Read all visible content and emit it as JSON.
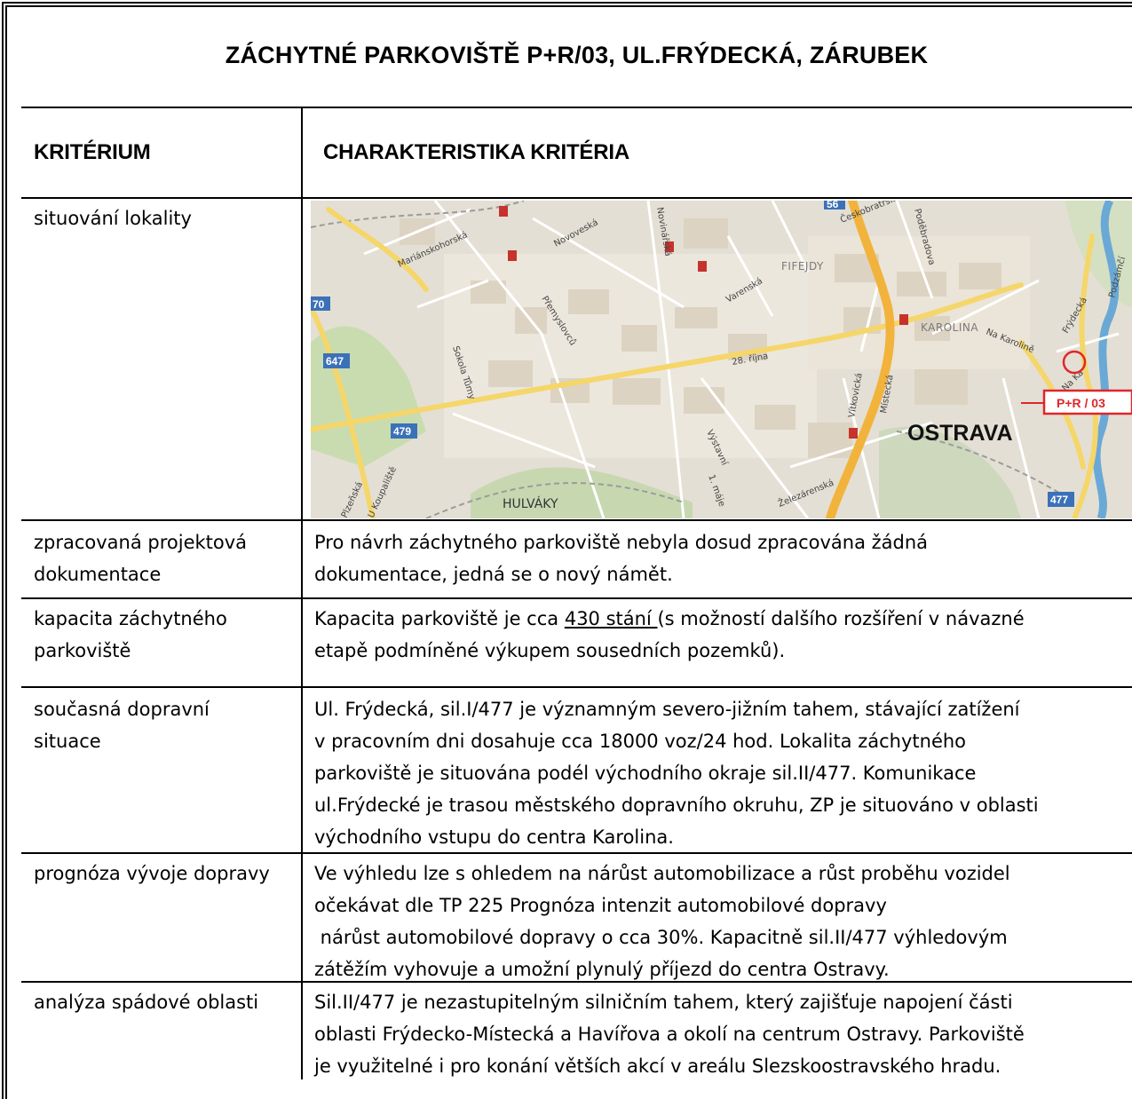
{
  "title": "ZÁCHYTNÉ PARKOVIŠTĚ P+R/03, UL.FRÝDECKÁ, ZÁRUBEK",
  "header": {
    "left": "KRITÉRIUM",
    "right": "CHARAKTERISTIKA KRITÉRIA"
  },
  "rows": [
    {
      "label": "situování lokality"
    },
    {
      "label_lines": [
        "zpracovaná projektová",
        "dokumentace"
      ],
      "text_lines": [
        "Pro návrh záchytného parkoviště nebyla dosud zpracována žádná",
        "dokumentace, jedná se o nový námět."
      ]
    },
    {
      "label_lines": [
        "kapacita záchytného",
        "parkoviště"
      ],
      "text_pre": "Kapacita parkoviště je cca ",
      "text_underlined": "430 stání ",
      "text_post": "(s možností dalšího rozšíření v návazné",
      "text_line2": "etapě podmíněné výkupem sousedních pozemků)."
    },
    {
      "label_lines": [
        "současná dopravní",
        "situace"
      ],
      "text_lines": [
        "Ul. Frýdecká, sil.I/477 je významným severo-jižním tahem, stávající zatížení",
        "v pracovním dni  dosahuje cca 18000 voz/24 hod. Lokalita záchytného",
        "parkoviště je situována podél východního okraje sil.II/477. Komunikace",
        "ul.Frýdecké je trasou městského dopravního okruhu, ZP je situováno v oblasti",
        "východního vstupu do centra Karolina."
      ]
    },
    {
      "label": "prognóza vývoje dopravy",
      "text_lines": [
        "Ve výhledu lze s ohledem na nárůst automobilizace a růst proběhu vozidel",
        "očekávat dle TP 225 Prognóza intenzit automobilové dopravy",
        " nárůst automobilové dopravy o cca 30%. Kapacitně sil.II/477 výhledovým",
        "zátěžím vyhovuje a umožní plynulý příjezd do centra Ostravy."
      ]
    },
    {
      "label": "analýza spádové oblasti",
      "text_lines": [
        "Sil.II/477 je nezastupitelným silničním tahem, který zajišťuje napojení části",
        "oblasti Frýdecko-Místecká a Havířova a okolí na centrum Ostravy. Parkoviště",
        "je využitelné i pro konání větších akcí v areálu Slezskoostravského hradu."
      ]
    }
  ],
  "map": {
    "city_label": "OSTRAVA",
    "pr_label": "P+R / 03",
    "district_labels": [
      "FIFEJDY",
      "KAROLINA",
      "HULVÁKY"
    ],
    "road_shields": [
      "70",
      "647",
      "479",
      "477",
      "56"
    ],
    "street_labels": [
      "Mariánskohorská",
      "Novoveská",
      "Novinářská",
      "Českobratrská",
      "Poděbradova",
      "28. října",
      "Přemyslovců",
      "Varenská",
      "Na Karolině",
      "Frýdecká",
      "Podzámčí",
      "Sokola Tůmy",
      "Vítkovická",
      "Místecká",
      "Výstavní",
      "1. máje",
      "U Koupaliště",
      "Plzeňská",
      "Železárenská",
      "Na Ka"
    ],
    "colors": {
      "motorway": "#f2b33d",
      "primary": "#f5d66a",
      "river": "#6aa9d6",
      "pr_marker": "#e0262a"
    }
  }
}
